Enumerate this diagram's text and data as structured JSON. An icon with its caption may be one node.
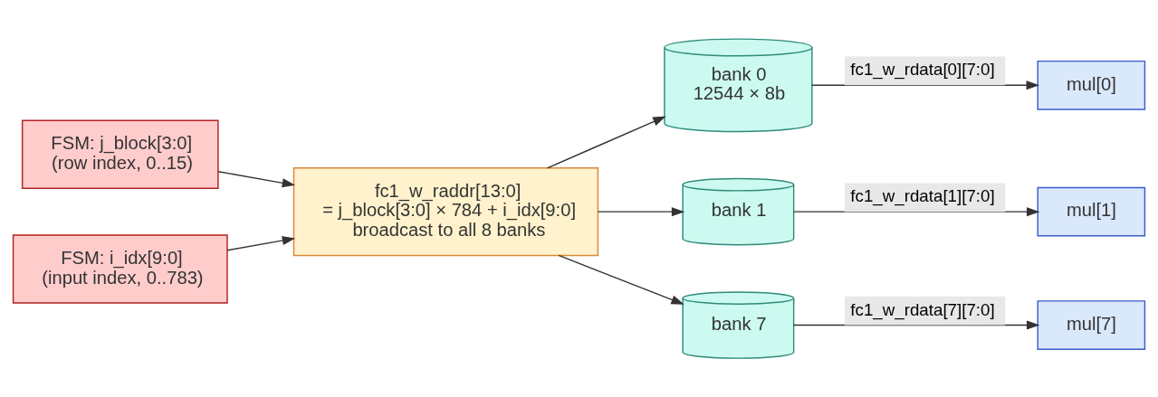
{
  "diagram": {
    "nodes": [
      {
        "text": [
          "FSM: j_block[3:0]",
          "(row index, 0..15)"
        ]
      },
      {
        "text": [
          "FSM: i_idx[9:0]",
          "(input index, 0..783)"
        ]
      },
      {
        "text": [
          "fc1_w_raddr[13:0]",
          "= j_block[3:0] × 784 + i_idx[9:0]",
          "broadcast to all 8 banks"
        ]
      },
      {
        "text": [
          "bank 0",
          "12544 × 8b"
        ]
      },
      {
        "text": [
          "bank 1"
        ]
      },
      {
        "text": [
          "bank 7"
        ]
      },
      {
        "text": [
          "mul[0]"
        ]
      },
      {
        "text": [
          "mul[1]"
        ]
      },
      {
        "text": [
          "mul[7]"
        ]
      }
    ],
    "edges": [
      {
        "from": 0,
        "to": 2,
        "arrow": "to"
      },
      {
        "from": 1,
        "to": 2,
        "arrow": "to"
      },
      {
        "from": 2,
        "to": 3,
        "arrow": "to"
      },
      {
        "from": 2,
        "to": 4,
        "arrow": "to"
      },
      {
        "from": 2,
        "to": 5,
        "arrow": "to"
      },
      {
        "from": 3,
        "to": 6,
        "label": "fc1_w_rdata[0][7:0]",
        "arrow": "to"
      },
      {
        "from": 4,
        "to": 7,
        "label": "fc1_w_rdata[1][7:0]",
        "arrow": "to"
      },
      {
        "from": 5,
        "to": 8,
        "label": "fc1_w_rdata[7][7:0]",
        "arrow": "to"
      }
    ]
  }
}
